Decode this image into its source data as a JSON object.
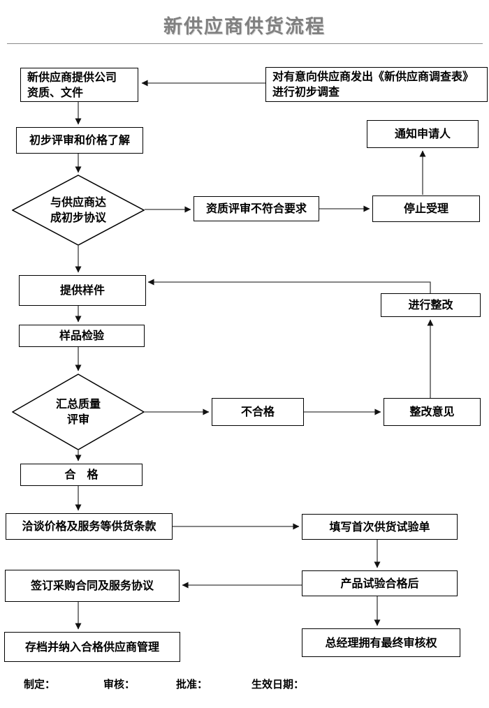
{
  "title": "新供应商供货流程",
  "nodes": {
    "provide_docs": {
      "label": "新供应商提供公司\n资质、文件"
    },
    "survey": {
      "label": "对有意向供应商发出《新供应商调查表》\n进行初步调查"
    },
    "initial_review": {
      "label": "初步评审和价格了解"
    },
    "agreement_decision": {
      "label": "与供应商达\n成初步协议"
    },
    "notify_applicant": {
      "label": "通知申请人"
    },
    "fail_requirements": {
      "label": "资质评审不符合要求"
    },
    "stop_accepting": {
      "label": "停止受理"
    },
    "provide_sample": {
      "label": "提供样件"
    },
    "rectify": {
      "label": "进行整改"
    },
    "sample_inspection": {
      "label": "样品检验"
    },
    "quality_review": {
      "label": "汇总质量\n评审"
    },
    "unqualified": {
      "label": "不合格"
    },
    "rectify_opinion": {
      "label": "整改意见"
    },
    "qualified": {
      "label": "合　格"
    },
    "negotiate_terms": {
      "label": "洽谈价格及服务等供货条款"
    },
    "fill_trial_form": {
      "label": "填写首次供货试验单"
    },
    "sign_contract": {
      "label": "签订采购合同及服务协议"
    },
    "product_test_pass": {
      "label": "产品试验合格后"
    },
    "archive": {
      "label": "存档并纳入合格供应商管理"
    },
    "gm_final_approval": {
      "label": "总经理拥有最终审核权"
    }
  },
  "footer": {
    "labels": [
      "制定：",
      "审核：",
      "批准：",
      "生效日期："
    ]
  },
  "colors": {
    "title_gray": "#808080",
    "connector": "#3c3c3c",
    "node_border": "#000000",
    "node_fill": "#ffffff"
  }
}
